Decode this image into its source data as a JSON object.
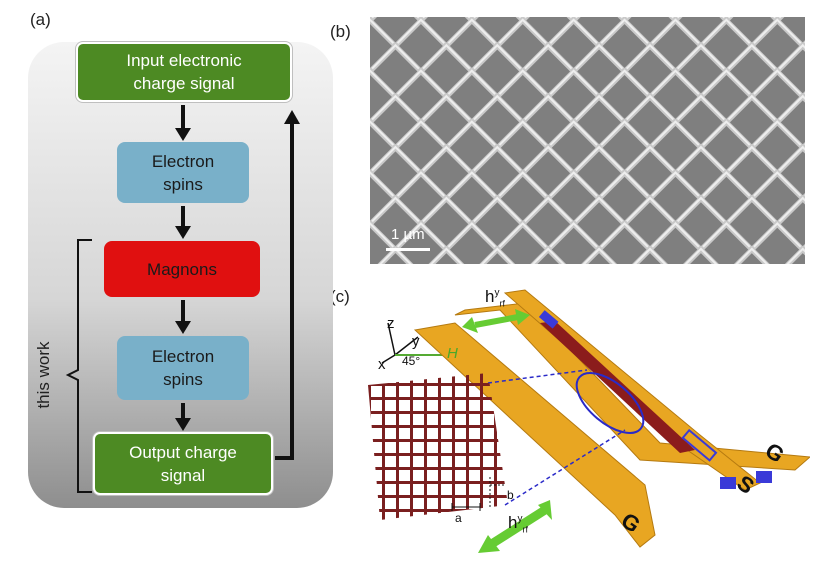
{
  "panels": {
    "a": "(a)",
    "b": "(b)",
    "c": "(c)"
  },
  "flowchart": {
    "input": "Input electronic\ncharge signal",
    "spins_top": "Electron\nspins",
    "magnons": "Magnons",
    "spins_bottom": "Electron\nspins",
    "output": "Output charge\nsignal",
    "bracket_label": "this work"
  },
  "sem": {
    "scale_label": "1 µm"
  },
  "device": {
    "axis_z": "z",
    "axis_y": "y",
    "axis_x": "x",
    "angle": "45°",
    "field": "H",
    "h_top": "h",
    "h_top_sup": "y",
    "h_top_sub": "rf",
    "h_bottom": "h",
    "h_bottom_sup": "y",
    "h_bottom_sub": "rf",
    "dim_a": "a",
    "dim_b": "b",
    "pad_g1": "G",
    "pad_s": "S",
    "pad_g2": "G"
  },
  "colors": {
    "green_box": "#4d8a23",
    "blue_box": "#79b0c9",
    "red_box": "#e01010",
    "gold": "#e8a622",
    "grid": "#7a1f1f",
    "pad_blue": "#3a3ad8",
    "arrow_green": "#66cc33"
  }
}
